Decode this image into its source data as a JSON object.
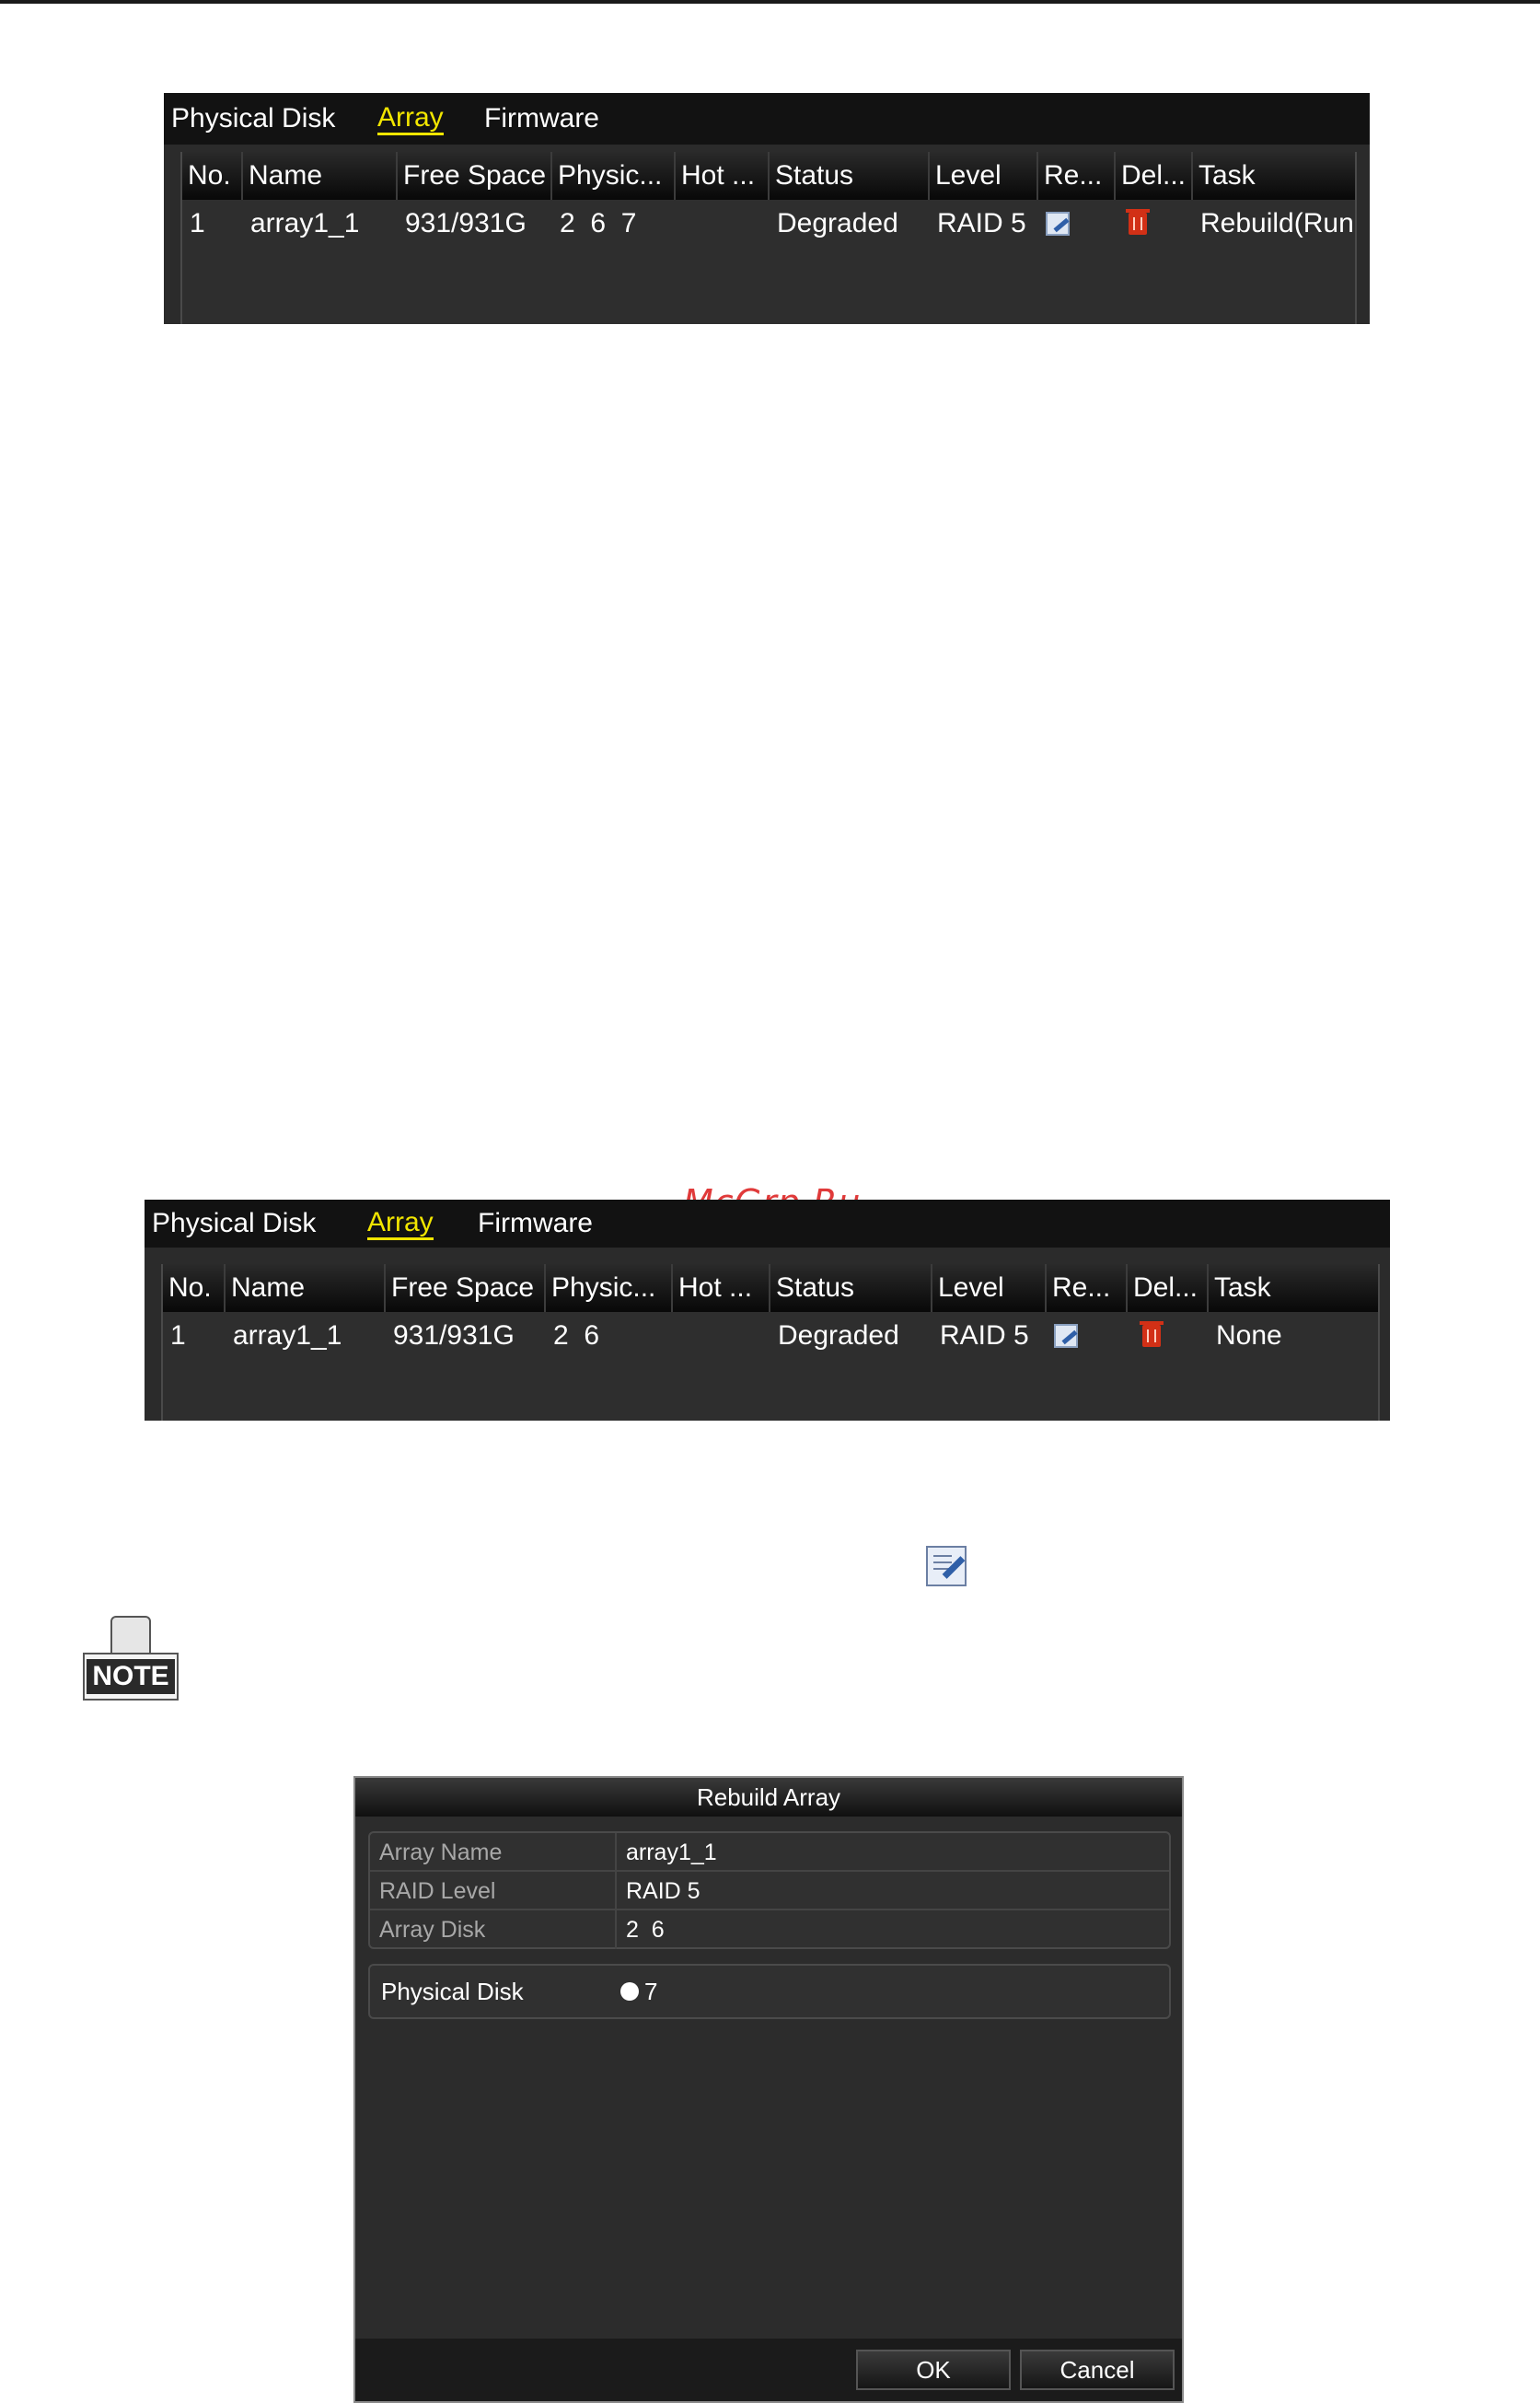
{
  "panels": [
    {
      "tabs": [
        "Physical Disk",
        "Array",
        "Firmware"
      ],
      "active_tab": "Array",
      "columns": [
        "No.",
        "Name",
        "Free Space",
        "Physic...",
        "Hot ...",
        "Status",
        "Level",
        "Re...",
        "Del...",
        "Task"
      ],
      "row": {
        "no": "1",
        "name": "array1_1",
        "free_space": "931/931G",
        "physical": "2  6  7",
        "hot": "",
        "status": "Degraded",
        "level": "RAID 5",
        "rebuild_icon": "edit-icon",
        "delete_icon": "trash-icon",
        "task": "Rebuild(Running)"
      }
    },
    {
      "tabs": [
        "Physical Disk",
        "Array",
        "Firmware"
      ],
      "active_tab": "Array",
      "columns": [
        "No.",
        "Name",
        "Free Space",
        "Physic...",
        "Hot ...",
        "Status",
        "Level",
        "Re...",
        "Del...",
        "Task"
      ],
      "row": {
        "no": "1",
        "name": "array1_1",
        "free_space": "931/931G",
        "physical": "2  6",
        "hot": "",
        "status": "Degraded",
        "level": "RAID 5",
        "rebuild_icon": "edit-icon",
        "delete_icon": "trash-icon",
        "task": "None"
      }
    }
  ],
  "watermark": "McGrp.Ru",
  "note_label": "NOTE",
  "dialog": {
    "title": "Rebuild Array",
    "info": [
      {
        "label": "Array Name",
        "value": "array1_1"
      },
      {
        "label": "RAID Level",
        "value": "RAID 5"
      },
      {
        "label": "Array Disk",
        "value": "2  6"
      }
    ],
    "physical_disk_label": "Physical Disk",
    "physical_disk_option": "7",
    "ok_label": "OK",
    "cancel_label": "Cancel"
  },
  "colors": {
    "active_tab": "#f2e600",
    "panel_bg": "#2b2b2b",
    "delete_icon": "#d23016",
    "watermark": "#e03a3a"
  }
}
